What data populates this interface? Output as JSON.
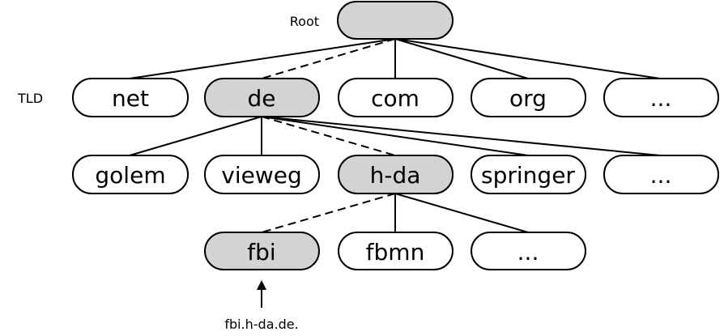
{
  "labels": {
    "root": "Root",
    "tld": "TLD",
    "fqdn": "fbi.h-da.de."
  },
  "nodes": {
    "root": "",
    "net": "net",
    "de": "de",
    "com": "com",
    "org": "org",
    "tld_more": "...",
    "golem": "golem",
    "vieweg": "vieweg",
    "hda": "h-da",
    "springer": "springer",
    "second_more": "...",
    "fbi": "fbi",
    "fbmn": "fbmn",
    "third_more": "..."
  },
  "highlighted": [
    "root",
    "de",
    "hda",
    "fbi"
  ],
  "colors": {
    "highlight": "#d3d3d3",
    "plain": "#ffffff",
    "line": "#000000"
  }
}
